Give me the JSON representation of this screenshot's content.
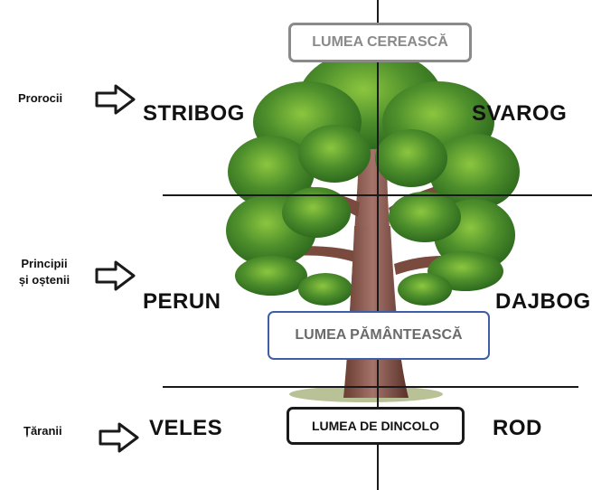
{
  "worlds": {
    "celestial": "LUMEA CEREASCĂ",
    "earthly": "LUMEA PĂMÂNTEASCĂ",
    "beyond": "LUMEA DE DINCOLO"
  },
  "gods": {
    "top_left": "STRIBOG",
    "top_right": "SVAROG",
    "mid_left": "PERUN",
    "mid_right": "DAJBOG",
    "bottom_left": "VELES",
    "bottom_right": "ROD"
  },
  "castes": {
    "top": "Prorocii",
    "middle_line1": "Principii",
    "middle_line2": "și oștenii",
    "bottom": "Țăranii"
  },
  "colors": {
    "line": "#1a1a1a",
    "celestial_border": "#8a8a8a",
    "celestial_text": "#8a8a8a",
    "earthly_border": "#3e5fa8",
    "earthly_text": "#6a6a6a",
    "beyond_border": "#1a1a1a",
    "beyond_text": "#111111",
    "foliage": "#4e8f2c",
    "trunk": "#8c5a4a"
  },
  "icons": [
    "hollow-right-arrow-icon",
    "tree-illustration"
  ]
}
